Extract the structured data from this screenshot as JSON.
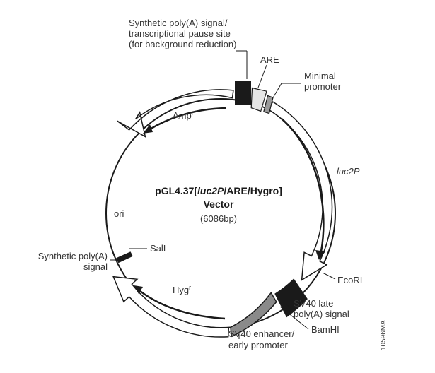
{
  "vector": {
    "title_pre": "pGL4.37[",
    "title_gene": "luc2P",
    "title_post": "/ARE/Hygro]",
    "title_line2": "Vector",
    "size": "(6086bp)"
  },
  "features": {
    "amp": {
      "name": "Amp",
      "sup": "r"
    },
    "luc": "luc2P",
    "hyg": {
      "name": "Hyg",
      "sup": "r"
    },
    "ori": "ori"
  },
  "labels": {
    "synthetic_pause": [
      "Synthetic poly(A) signal/",
      "transcriptional pause site",
      "(for background reduction)"
    ],
    "are": "ARE",
    "minimal_promoter": [
      "Minimal",
      "promoter"
    ],
    "ecori": "EcoRI",
    "sv40_late": [
      "SV40 late",
      "poly(A) signal"
    ],
    "bamhi": "BamHI",
    "sv40_enhancer": [
      "SV40 enhancer/",
      "early promoter"
    ],
    "sali": "SalI",
    "synthetic_polya": [
      "Synthetic poly(A)",
      "signal"
    ],
    "catalog": "10596MA"
  },
  "colors": {
    "line": "#1a1a1a",
    "sv40_enhancer_fill": "#8a8a8a",
    "minimal_promoter_fill": "#9a9a9a",
    "are_fill": "#e6e6e6"
  }
}
